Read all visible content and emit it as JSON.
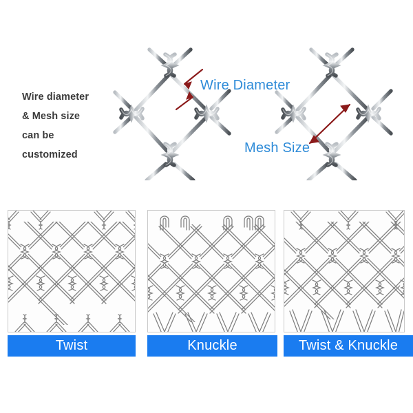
{
  "top": {
    "intro_lines": [
      "Wire diameter",
      "& Mesh size",
      "can be",
      "customized"
    ],
    "callouts": [
      {
        "name": "wire-diameter",
        "text": "Wire Diameter",
        "color": "#2e8bd8"
      },
      {
        "name": "mesh-size",
        "text": "Mesh Size",
        "color": "#2e8bd8"
      }
    ],
    "annotation_arrow_color": "#8b1a1a",
    "wire_color": "#6e6e6e"
  },
  "panels": [
    {
      "label": "Twist",
      "top_edge": "twist",
      "bottom_edge": "twist",
      "bar_color": "#1a7cf0"
    },
    {
      "label": "Knuckle",
      "top_edge": "knuckle",
      "bottom_edge": "knuckle",
      "bar_color": "#1a7cf0"
    },
    {
      "label": "Twist & Knuckle",
      "top_edge": "twist",
      "bottom_edge": "knuckle",
      "bar_color": "#1a7cf0"
    }
  ],
  "colors": {
    "background": "#ffffff",
    "accent_blue": "#1a7cf0",
    "label_blue": "#2e8bd8",
    "arrow_red": "#8b1a1a",
    "text_dark": "#3b3b3b",
    "wire_gray": "#6e6e6e",
    "panel_border": "#c9c9c9"
  }
}
